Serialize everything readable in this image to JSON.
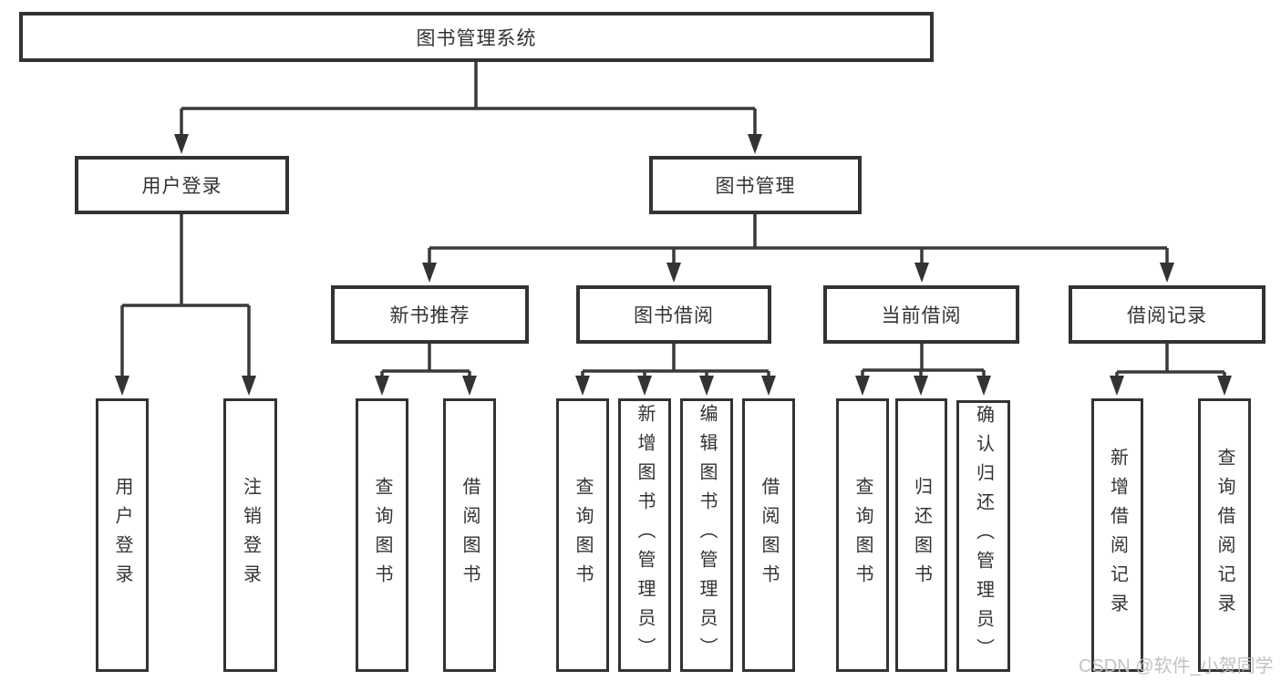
{
  "diagram": {
    "type": "tree",
    "title": "图书管理系统",
    "watermark": "CSDN @软件_小贺同学",
    "colors": {
      "line": "#3a3a3a",
      "border": "#333333",
      "text": "#333333",
      "watermark": "#bdbfc1",
      "background": "#ffffff"
    },
    "nodes": {
      "root": {
        "label": "图书管理系统"
      },
      "user_login": {
        "label": "用户登录"
      },
      "book_management": {
        "label": "图书管理"
      },
      "new_book_recommend": {
        "label": "新书推荐"
      },
      "book_borrow": {
        "label": "图书借阅"
      },
      "current_borrow": {
        "label": "当前借阅"
      },
      "borrow_records": {
        "label": "借阅记录"
      },
      "leaf_user_login": {
        "label": "用户登录"
      },
      "leaf_logout": {
        "label": "注销登录"
      },
      "leaf_query_books_1": {
        "label": "查询图书"
      },
      "leaf_borrow_books_1": {
        "label": "借阅图书"
      },
      "leaf_query_books_2": {
        "label": "查询图书"
      },
      "leaf_add_book_admin": {
        "label": "新增图书（管理员）"
      },
      "leaf_edit_book_admin": {
        "label": "编辑图书（管理员）"
      },
      "leaf_borrow_books_2": {
        "label": "借阅图书"
      },
      "leaf_query_books_3": {
        "label": "查询图书"
      },
      "leaf_return_book": {
        "label": "归还图书"
      },
      "leaf_confirm_return_admin": {
        "label": "确认归还（管理员）"
      },
      "leaf_add_borrow_record": {
        "label": "新增借阅记录"
      },
      "leaf_query_borrow_record": {
        "label": "查询借阅记录"
      }
    },
    "hierarchy": {
      "图书管理系统": {
        "用户登录": [
          "用户登录",
          "注销登录"
        ],
        "图书管理": {
          "新书推荐": [
            "查询图书",
            "借阅图书"
          ],
          "图书借阅": [
            "查询图书",
            "新增图书（管理员）",
            "编辑图书（管理员）",
            "借阅图书"
          ],
          "当前借阅": [
            "查询图书",
            "归还图书",
            "确认归还（管理员）"
          ],
          "借阅记录": [
            "新增借阅记录",
            "查询借阅记录"
          ]
        }
      }
    }
  }
}
